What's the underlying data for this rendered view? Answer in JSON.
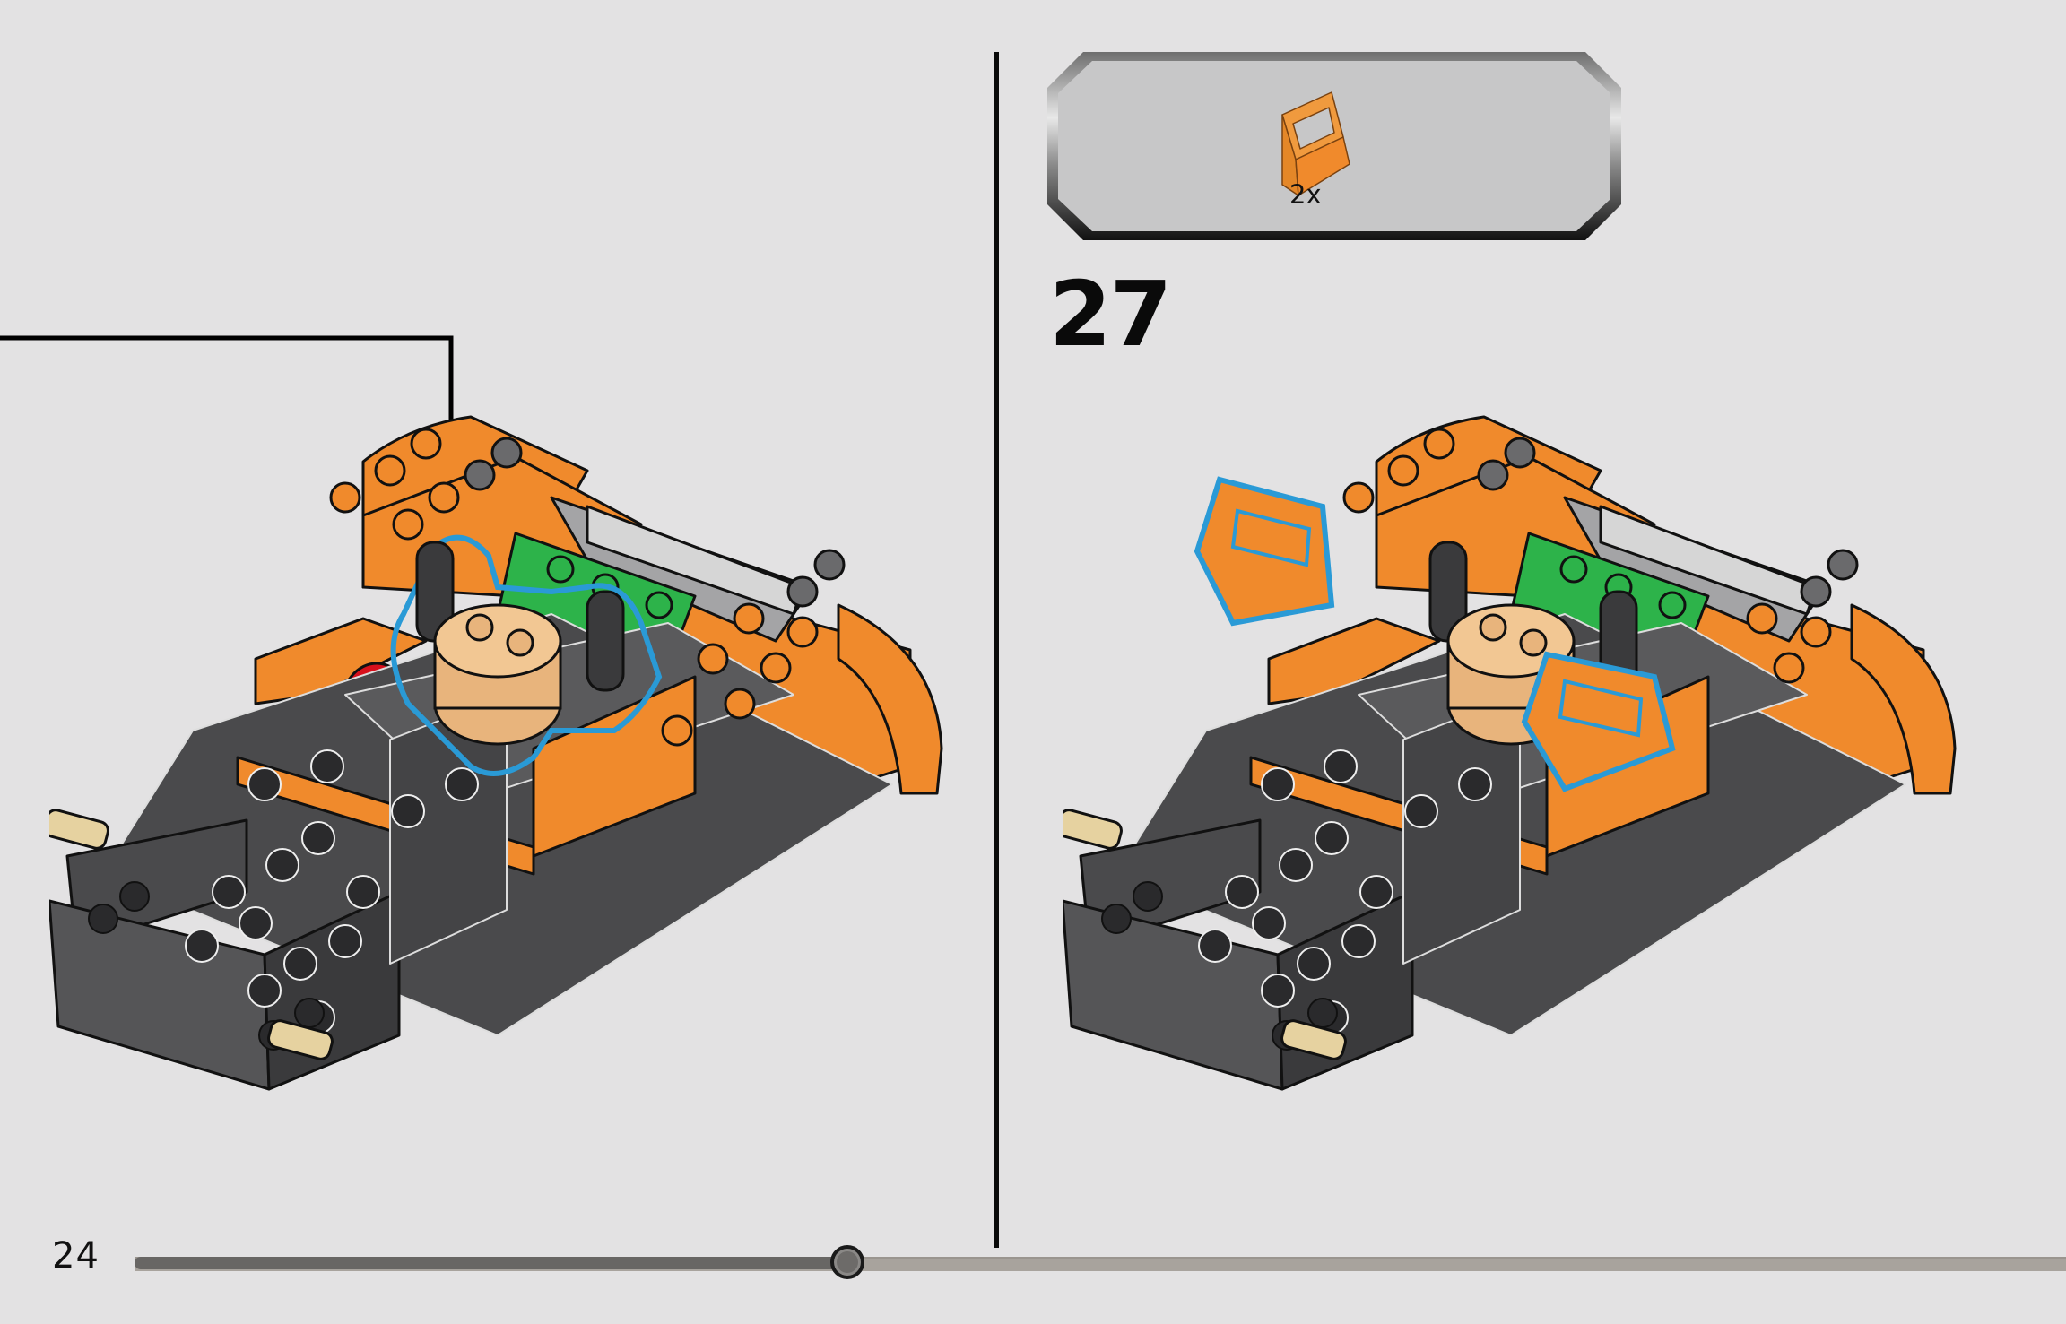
{
  "page": {
    "number": "24",
    "background": "#e3e2e3"
  },
  "progress": {
    "percent": 37,
    "fill_color": "#686664",
    "track_color": "#a8a39d"
  },
  "step": {
    "number": "27"
  },
  "parts_list": {
    "items": [
      {
        "icon": "orange-slope-piece-icon",
        "color": "#f08a2c",
        "quantity": "2x"
      }
    ]
  },
  "previous_step": {
    "highlight_color": "#2a9ad6",
    "callout": "arrow-pointing-to-tan-engine-assembly"
  },
  "current_step": {
    "highlight_color": "#2a9ad6",
    "added_parts": [
      "orange-slope-left",
      "orange-slope-right"
    ]
  },
  "colors": {
    "orange": "#f08a2c",
    "dark_gray": "#4a4a4c",
    "green": "#2db34a",
    "red": "#d8101c",
    "tan": "#e8b47c",
    "light_gray": "#a4a4a6",
    "highlight_blue": "#2a9ad6"
  }
}
